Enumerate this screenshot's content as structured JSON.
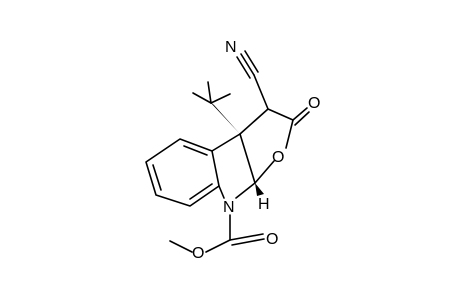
{
  "molecule": {
    "atoms": {
      "nitrile_n": "N",
      "lactone_carbonyl_o": "O",
      "ring_o": "O",
      "stereo_h": "H",
      "indoline_n": "N",
      "carbamate_carbonyl_o": "O",
      "ester_o": "O"
    },
    "colors": {
      "bond": "#000000",
      "label": "#000000",
      "background": "#ffffff"
    }
  }
}
